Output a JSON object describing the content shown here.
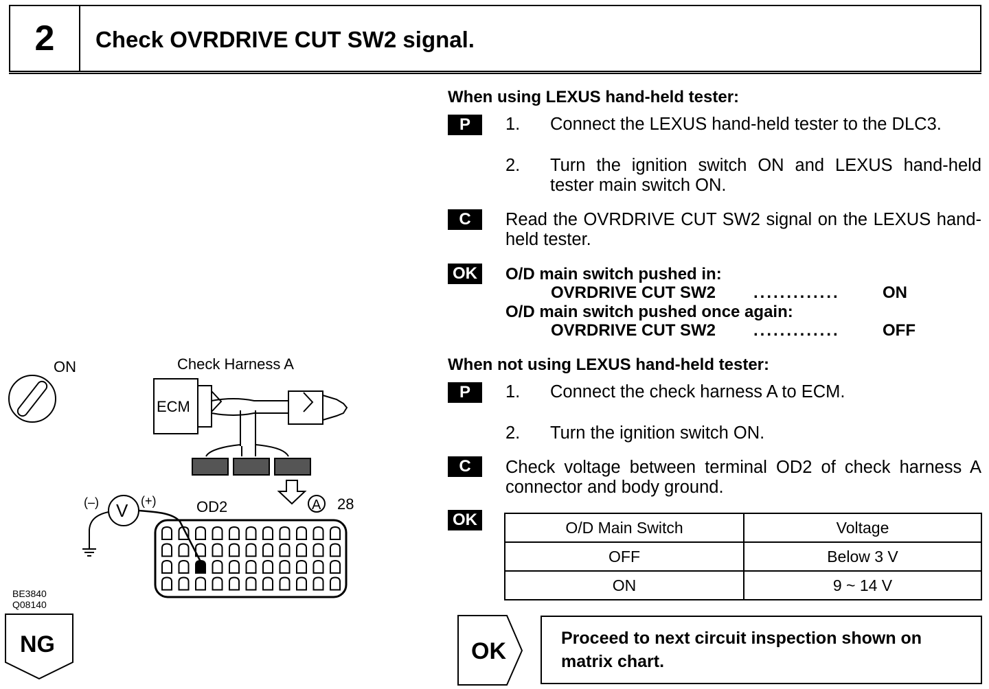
{
  "header": {
    "step_number": "2",
    "title": "Check OVRDRIVE CUT SW2 signal."
  },
  "tester_section": {
    "heading": "When using LEXUS hand-held tester:",
    "prepare_badge": "P",
    "steps": [
      {
        "num": "1.",
        "text": "Connect the LEXUS hand-held tester to the DLC3."
      },
      {
        "num": "2.",
        "text": "Turn the ignition switch ON and LEXUS hand-held tester main switch ON."
      }
    ],
    "check_badge": "C",
    "check_text": "Read the OVRDRIVE CUT SW2 signal on the LEXUS hand-held tester.",
    "ok_badge": "OK",
    "ok_lines": [
      {
        "condition": "O/D main switch pushed in:",
        "item": "OVRDRIVE CUT SW2",
        "dots": ".............",
        "value": "ON"
      },
      {
        "condition": "O/D main switch pushed once again:",
        "item": "OVRDRIVE CUT SW2",
        "dots": ".............",
        "value": "OFF"
      }
    ]
  },
  "no_tester_section": {
    "heading": "When not using LEXUS hand-held tester:",
    "prepare_badge": "P",
    "steps": [
      {
        "num": "1.",
        "text": "Connect the check harness A to ECM."
      },
      {
        "num": "2.",
        "text": "Turn the ignition switch ON."
      }
    ],
    "check_badge": "C",
    "check_text": "Check voltage between terminal OD2 of check harness A connector and body ground.",
    "ok_badge": "OK",
    "table": {
      "headers": [
        "O/D Main Switch",
        "Voltage"
      ],
      "rows": [
        [
          "OFF",
          "Below 3 V"
        ],
        [
          "ON",
          "9 ~ 14 V"
        ]
      ]
    }
  },
  "diagram": {
    "ignition_label": "ON",
    "harness_label": "Check Harness A",
    "ecm_label": "ECM",
    "voltmeter_label": "V",
    "minus_label": "(–)",
    "plus_label": "(+)",
    "terminal_label": "OD2",
    "connector_label": "A",
    "pin_count_label": "28",
    "figure_codes": [
      "BE3840",
      "Q08140"
    ]
  },
  "result": {
    "ng_label": "NG",
    "ok_label": "OK",
    "ok_action": "Proceed to next circuit inspection shown on matrix chart."
  }
}
